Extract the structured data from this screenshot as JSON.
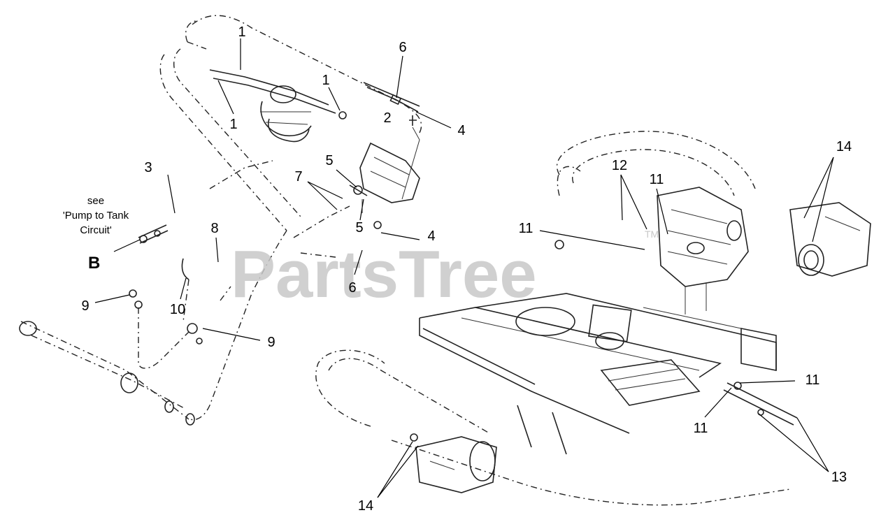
{
  "watermark": {
    "text": "PartsTree",
    "trademark": "TM"
  },
  "reference_note": {
    "line1": "see",
    "line2": "'Pump to Tank",
    "line3": "Circuit'",
    "letter": "B"
  },
  "callouts": {
    "c1a": "1",
    "c1b": "1",
    "c1c": "1",
    "c2": "2",
    "c3": "3",
    "c4a": "4",
    "c4b": "4",
    "c5a": "5",
    "c5b": "5",
    "c6a": "6",
    "c6b": "6",
    "c7": "7",
    "c8": "8",
    "c9a": "9",
    "c9b": "9",
    "c10": "10",
    "c11a": "11",
    "c11b": "11",
    "c11c": "11",
    "c11d": "11",
    "c12": "12",
    "c13": "13",
    "c14a": "14",
    "c14b": "14"
  }
}
